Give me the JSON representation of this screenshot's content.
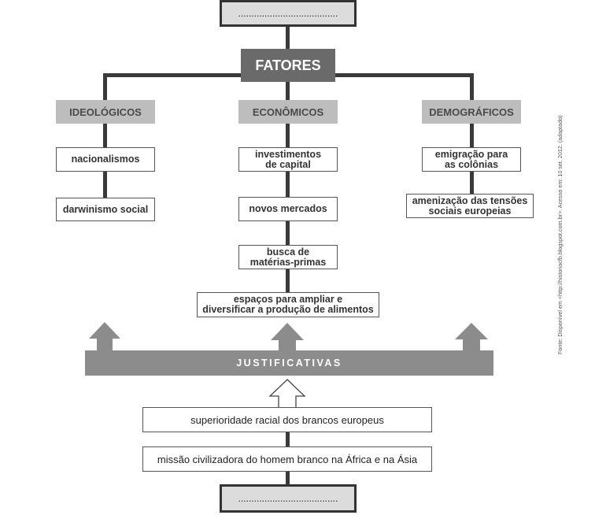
{
  "top_blank": "......................................",
  "bottom_blank": "......................................",
  "fatores": "FATORES",
  "categories": {
    "ideologicos": "IDEOLÓGICOS",
    "economicos": "ECONÔMICOS",
    "demograficos": "DEMOGRÁFICOS"
  },
  "ideologicos": [
    "nacionalismos",
    "darwinismo social"
  ],
  "economicos": [
    [
      "investimentos",
      "de capital"
    ],
    [
      "novos mercados"
    ],
    [
      "busca de",
      "matérias-primas"
    ],
    [
      "espaços para ampliar e",
      "diversificar a produção de alimentos"
    ]
  ],
  "demograficos": [
    [
      "emigração para",
      "as colônias"
    ],
    [
      "amenização das tensões",
      "sociais europeias"
    ]
  ],
  "justificativas": "JUSTIFICATIVAS",
  "justificativas_items": [
    "superioridade racial dos brancos europeus",
    "missão civilizadora do homem branco na África e na Ásia"
  ],
  "source": "Fonte: Disponível em <http://historiacfb.blogspot.com.br>. Acesso em: 10 set. 2012. (adaptado)",
  "colors": {
    "line": "#3a3a3a",
    "fatores_bg": "#6a6a6a",
    "category_bg": "#bdbdbd",
    "bar_bg": "#8c8c8c",
    "slot_bg": "#dcdcdc"
  }
}
